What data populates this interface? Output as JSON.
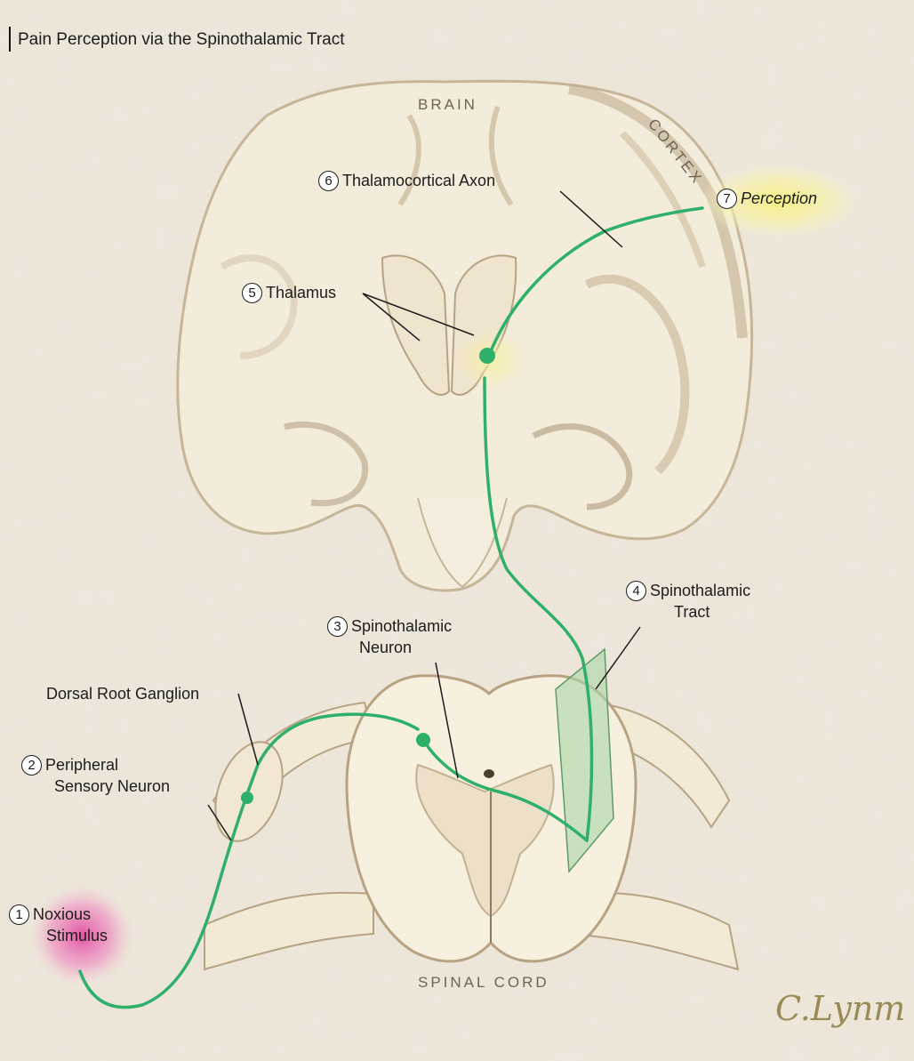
{
  "title": "Pain Perception via the Spinothalamic Tract",
  "regions": {
    "brain": "BRAIN",
    "cortex": "CORTEX",
    "spinal_cord": "SPINAL CORD"
  },
  "steps": [
    {
      "num": "1",
      "line1": "Noxious",
      "line2": "Stimulus"
    },
    {
      "num": "2",
      "line1": "Peripheral",
      "line2": "Sensory Neuron"
    },
    {
      "num": "3",
      "line1": "Spinothalamic",
      "line2": "Neuron"
    },
    {
      "num": "4",
      "line1": "Spinothalamic",
      "line2": "Tract"
    },
    {
      "num": "5",
      "line1": "Thalamus"
    },
    {
      "num": "6",
      "line1": "Thalamocortical Axon"
    },
    {
      "num": "7",
      "line1": "Perception"
    }
  ],
  "extra_labels": {
    "dorsal_root_ganglion": "Dorsal Root Ganglion"
  },
  "signature": "C.Lynm",
  "colors": {
    "background": "#ece4d6",
    "tissue": "#f6efdf",
    "tissue_shadow": "#c9b9a0",
    "pathway": "#2fb06a",
    "stimulus_glow": "#e85aa8",
    "perception_glow": "#f4ef7a",
    "tract_fill": "#a8d5a6"
  }
}
